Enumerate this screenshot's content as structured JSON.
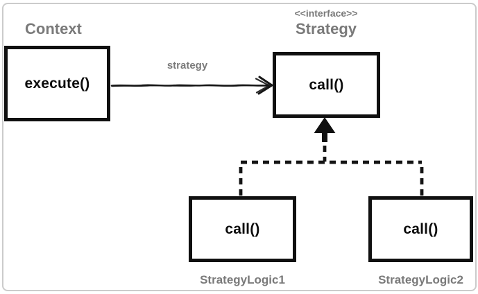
{
  "diagram": {
    "title_hint": "Strategy pattern class diagram",
    "context": {
      "title": "Context",
      "method": "execute()"
    },
    "interface": {
      "stereotype": "<<interface>>",
      "title": "Strategy",
      "method": "call()"
    },
    "relation_label": "strategy",
    "implementations": [
      {
        "name": "StrategyLogic1",
        "method": "call()"
      },
      {
        "name": "StrategyLogic2",
        "method": "call()"
      }
    ],
    "colors": {
      "label_gray": "#7a7a7a",
      "line_black": "#101010",
      "frame_border": "#cbcbcb",
      "background": "#ffffff"
    }
  }
}
